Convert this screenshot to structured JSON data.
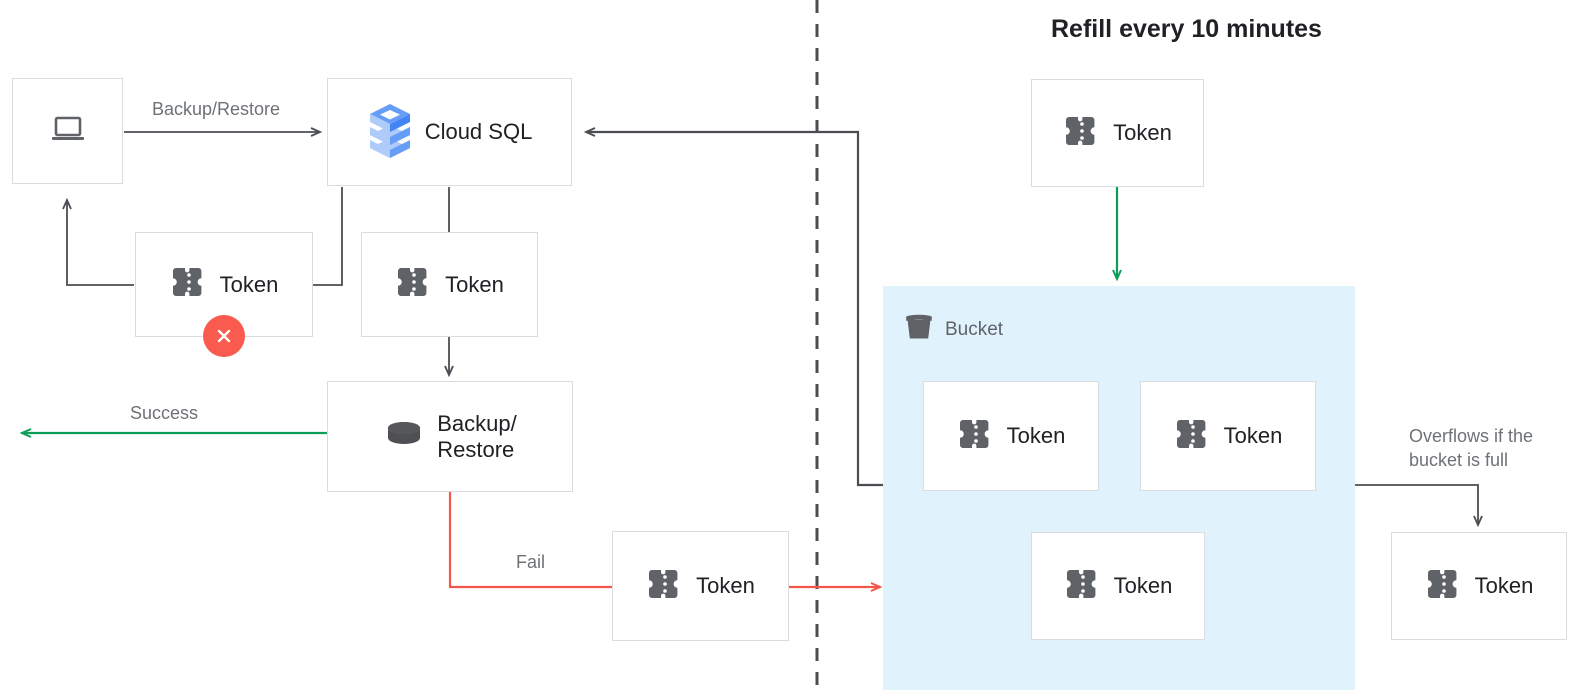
{
  "diagram": {
    "headline": "Refill every 10 minutes",
    "divider": {
      "name": "vertical-dashed-divider",
      "color": "#4a4e52"
    },
    "colors": {
      "box_border": "#dadce0",
      "token_gray": "#5f6368",
      "bucket_fill": "#e0f3fd",
      "success_green": "#0e9d58",
      "fail_red": "#f4564a",
      "connector_gray": "#4a4e52",
      "label_gray": "#6e7276",
      "error_red": "#fb5a4f",
      "cloudsql_blue_dark": "#4285f4",
      "cloudsql_blue_mid": "#669df6",
      "cloudsql_blue_light": "#aecbfa"
    },
    "nodes": [
      {
        "id": "client",
        "label": "",
        "icon": "laptop-icon"
      },
      {
        "id": "cloud-sql",
        "label": "Cloud SQL",
        "icon": "cloud-sql-icon"
      },
      {
        "id": "token-rejected",
        "label": "Token",
        "icon": "token-icon"
      },
      {
        "id": "token-consumed",
        "label": "Token",
        "icon": "token-icon"
      },
      {
        "id": "backup-restore",
        "label": "Backup/\nRestore",
        "icon": "database-icon"
      },
      {
        "id": "token-fail",
        "label": "Token",
        "icon": "token-icon"
      },
      {
        "id": "token-refill",
        "label": "Token",
        "icon": "token-icon"
      },
      {
        "id": "token-bucket-1",
        "label": "Token",
        "icon": "token-icon"
      },
      {
        "id": "token-bucket-2",
        "label": "Token",
        "icon": "token-icon"
      },
      {
        "id": "token-bucket-3",
        "label": "Token",
        "icon": "token-icon"
      },
      {
        "id": "token-overflow",
        "label": "Token",
        "icon": "token-icon"
      }
    ],
    "bucket": {
      "title": "Bucket",
      "icon": "bucket-icon"
    },
    "edge_labels": [
      {
        "id": "backup-restore-edge",
        "text": "Backup/Restore"
      },
      {
        "id": "success-edge",
        "text": "Success"
      },
      {
        "id": "fail-edge",
        "text": "Fail"
      },
      {
        "id": "overflow-edge",
        "text": "Overflows if the\nbucket is full"
      }
    ],
    "badges": [
      {
        "id": "token-rejected-error",
        "icon": "close-icon"
      }
    ]
  }
}
